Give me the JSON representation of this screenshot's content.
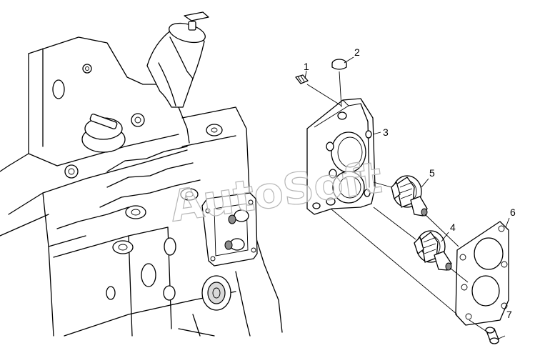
{
  "callouts": [
    {
      "id": "c1",
      "label": "1"
    },
    {
      "id": "c2",
      "label": "2"
    },
    {
      "id": "c3",
      "label": "3"
    },
    {
      "id": "c4",
      "label": "4"
    },
    {
      "id": "c5",
      "label": "5"
    },
    {
      "id": "c6",
      "label": "6"
    },
    {
      "id": "c7",
      "label": "7"
    }
  ],
  "watermark": "AutoSoft",
  "colors": {
    "line": "#000000",
    "background": "#ffffff",
    "watermark": "#b5b5b5"
  }
}
